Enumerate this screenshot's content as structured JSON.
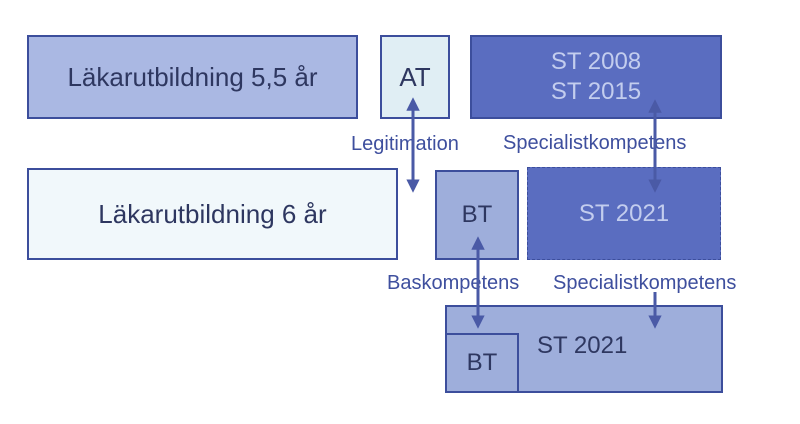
{
  "colors": {
    "border": "#3c4e9c",
    "label_text": "#3e4f9e",
    "light_blue": "#aab8e3",
    "pale_blue": "#e0eef4",
    "very_pale": "#f1f8fb",
    "dark_blue": "#5a6dc0",
    "medium_blue": "#9eaedb",
    "arrow": "#4a5aa6"
  },
  "diagram": {
    "row1": {
      "lakarutbildning": "Läkarutbildning 5,5 år",
      "at": "AT",
      "st_line1": "ST 2008",
      "st_line2": "ST 2015"
    },
    "row2": {
      "lakarutbildning": "Läkarutbildning 6 år",
      "bt": "BT",
      "st": "ST 2021"
    },
    "row3": {
      "bt": "BT",
      "st": "ST 2021"
    },
    "labels": {
      "legitimation": "Legitimation",
      "specialist_top": "Specialistkompetens",
      "baskompetens": "Baskompetens",
      "specialist_bottom": "Specialistkompetens"
    }
  }
}
